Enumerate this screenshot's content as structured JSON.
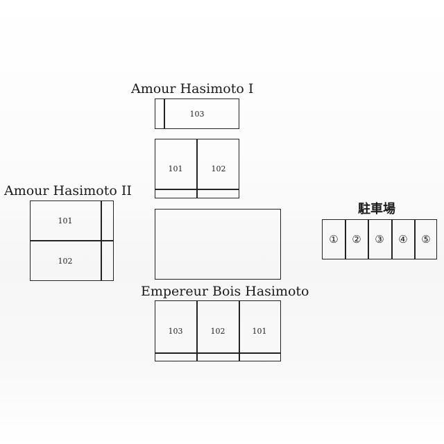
{
  "buildings": {
    "amour_1": {
      "name": "Amour Hasimoto I",
      "units": [
        "103",
        "101",
        "102"
      ]
    },
    "amour_2": {
      "name": "Amour Hasimoto II",
      "units": [
        "101",
        "102"
      ]
    },
    "empereur": {
      "name": "Empereur Bois Hasimoto",
      "units": [
        "103",
        "102",
        "101"
      ]
    }
  },
  "parking": {
    "label": "駐車場",
    "spaces": [
      "①",
      "②",
      "③",
      "④",
      "⑤"
    ]
  }
}
